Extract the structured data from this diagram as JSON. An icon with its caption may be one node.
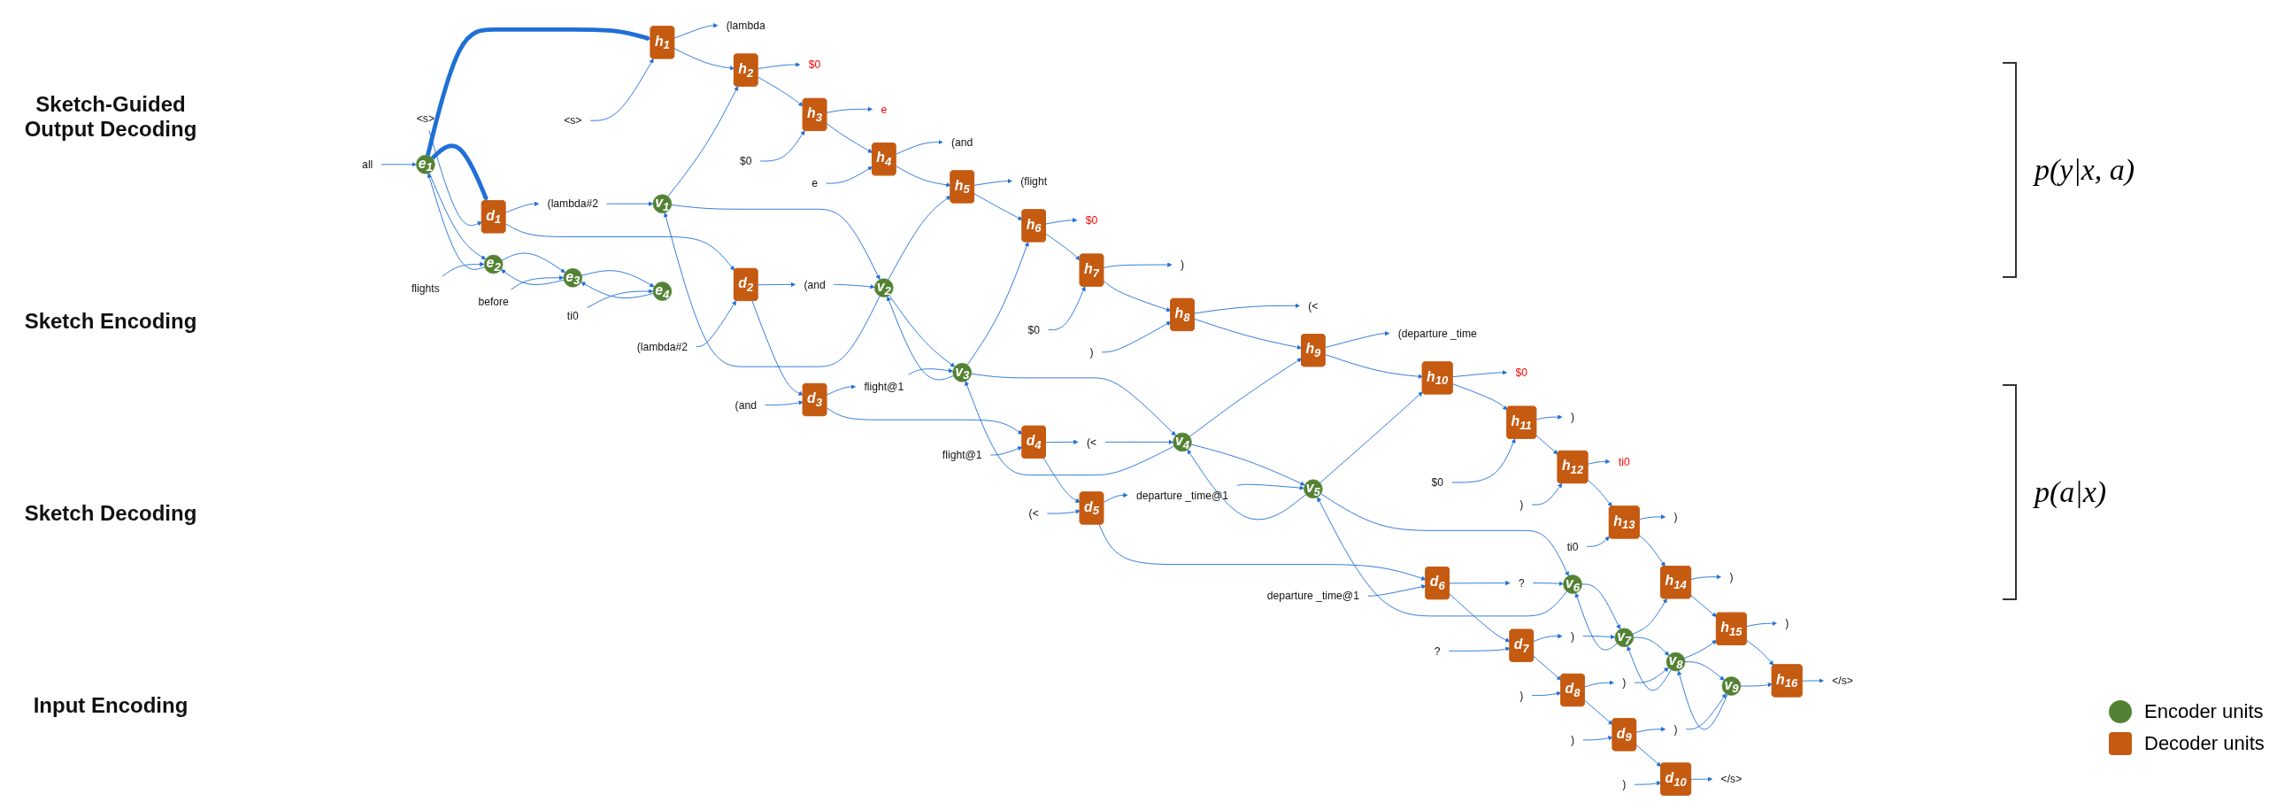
{
  "diagram": {
    "nodes": [
      {
        "text": [
          "(lambda"
        ]
      },
      {
        "text": [
          "$0"
        ]
      },
      {
        "text": [
          "e"
        ]
      },
      {
        "text": [
          "(and"
        ]
      },
      {
        "text": [
          "(flight"
        ]
      },
      {
        "text": [
          "$0"
        ]
      },
      {
        "text": [
          ")"
        ]
      },
      {
        "text": [
          "(<"
        ]
      },
      {
        "text": [
          "(departure _time"
        ]
      },
      {
        "text": [
          "$0"
        ]
      },
      {
        "text": [
          ")"
        ]
      },
      {
        "text": [
          "ti0"
        ]
      },
      {
        "text": [
          ")"
        ]
      },
      {
        "text": [
          ")"
        ]
      },
      {
        "text": [
          ")"
        ]
      },
      {
        "text": [
          "</s>"
        ]
      },
      {
        "text": [
          "h$_{1}$"
        ]
      },
      {
        "text": [
          "h$_{2}$"
        ]
      },
      {
        "text": [
          "h$_{3}$"
        ]
      },
      {
        "text": [
          "h$_{4}$"
        ]
      },
      {
        "text": [
          "h$_{5}$"
        ]
      },
      {
        "text": [
          "h$_{6}$"
        ]
      },
      {
        "text": [
          "h$_{7}$"
        ]
      },
      {
        "text": [
          "h$_{8}$"
        ]
      },
      {
        "text": [
          "h$_{9}$"
        ]
      },
      {
        "text": [
          "h$_{10}$"
        ]
      },
      {
        "text": [
          "h$_{11}$"
        ]
      },
      {
        "text": [
          "h$_{12}$"
        ]
      },
      {
        "text": [
          "h$_{13}$"
        ]
      },
      {
        "text": [
          "h$_{14}$"
        ]
      },
      {
        "text": [
          "h$_{15}$"
        ]
      },
      {
        "text": [
          "h$_{16}$"
        ]
      },
      {
        "text": [
          "<s>"
        ]
      },
      {
        "text": [
          "$0"
        ]
      },
      {
        "text": [
          "e"
        ]
      },
      {
        "text": [
          "$0"
        ]
      },
      {
        "text": [
          ")"
        ]
      },
      {
        "text": [
          "$0"
        ]
      },
      {
        "text": [
          ")"
        ]
      },
      {
        "text": [
          "ti0"
        ]
      },
      {
        "text": [
          "v$_{1}$"
        ]
      },
      {
        "text": [
          "v$_{2}$"
        ]
      },
      {
        "text": [
          "v$_{3}$"
        ]
      },
      {
        "text": [
          "v$_{4}$"
        ]
      },
      {
        "text": [
          "v$_{5}$"
        ]
      },
      {
        "text": [
          "v$_{6}$"
        ]
      },
      {
        "text": [
          "v$_{7}$"
        ]
      },
      {
        "text": [
          "v$_{8}$"
        ]
      },
      {
        "text": [
          "v$_{9}$"
        ]
      },
      {
        "text": [
          "(lambda#2"
        ]
      },
      {
        "text": [
          "(and"
        ]
      },
      {
        "text": [
          "flight@1"
        ]
      },
      {
        "text": [
          "(<"
        ]
      },
      {
        "text": [
          "departure _time@1"
        ]
      },
      {
        "text": [
          "?"
        ]
      },
      {
        "text": [
          ")"
        ]
      },
      {
        "text": [
          ")"
        ]
      },
      {
        "text": [
          ")"
        ]
      },
      {
        "text": [
          "</s>"
        ]
      },
      {
        "text": [
          "d$_{1}$"
        ]
      },
      {
        "text": [
          "d$_{2}$"
        ]
      },
      {
        "text": [
          "d$_{3}$"
        ]
      },
      {
        "text": [
          "d$_{4}$"
        ]
      },
      {
        "text": [
          "d$_{5}$"
        ]
      },
      {
        "text": [
          "d$_{6}$"
        ]
      },
      {
        "text": [
          "d$_{7}$"
        ]
      },
      {
        "text": [
          "d$_{8}$"
        ]
      },
      {
        "text": [
          "d$_{9}$"
        ]
      },
      {
        "text": [
          "d$_{10}$"
        ]
      },
      {
        "text": [
          "<s>"
        ]
      },
      {
        "text": [
          "(lambda#2"
        ]
      },
      {
        "text": [
          "(and"
        ]
      },
      {
        "text": [
          "flight@1"
        ]
      },
      {
        "text": [
          "(<"
        ]
      },
      {
        "text": [
          "departure _time@1"
        ]
      },
      {
        "text": [
          "?"
        ]
      },
      {
        "text": [
          ")"
        ]
      },
      {
        "text": [
          ")"
        ]
      },
      {
        "text": [
          ")"
        ]
      },
      {
        "text": [
          "e$_{1}$"
        ]
      },
      {
        "text": [
          "e$_{2}$"
        ]
      },
      {
        "text": [
          "e$_{3}$"
        ]
      },
      {
        "text": [
          "e$_{4}$"
        ]
      },
      {
        "text": [
          "all"
        ]
      },
      {
        "text": [
          "flights"
        ]
      },
      {
        "text": [
          "before"
        ]
      },
      {
        "text": [
          "ti0"
        ]
      }
    ],
    "edges": [
      {
        "from": 79,
        "to": 16,
        "arrow": "to",
        "style": "thick"
      },
      {
        "from": 79,
        "to": 59,
        "arrow": "to",
        "style": "thick"
      },
      {
        "from": 16,
        "to": 17,
        "arrow": "to"
      },
      {
        "from": 17,
        "to": 18,
        "arrow": "to"
      },
      {
        "from": 18,
        "to": 19,
        "arrow": "to"
      },
      {
        "from": 19,
        "to": 20,
        "arrow": "to"
      },
      {
        "from": 20,
        "to": 21,
        "arrow": "to"
      },
      {
        "from": 21,
        "to": 22,
        "arrow": "to"
      },
      {
        "from": 22,
        "to": 23,
        "arrow": "to"
      },
      {
        "from": 23,
        "to": 24,
        "arrow": "to"
      },
      {
        "from": 24,
        "to": 25,
        "arrow": "to"
      },
      {
        "from": 25,
        "to": 26,
        "arrow": "to"
      },
      {
        "from": 26,
        "to": 27,
        "arrow": "to"
      },
      {
        "from": 27,
        "to": 28,
        "arrow": "to"
      },
      {
        "from": 28,
        "to": 29,
        "arrow": "to"
      },
      {
        "from": 29,
        "to": 30,
        "arrow": "to"
      },
      {
        "from": 30,
        "to": 31,
        "arrow": "to"
      },
      {
        "from": 16,
        "to": 0,
        "arrow": "to"
      },
      {
        "from": 17,
        "to": 1,
        "arrow": "to"
      },
      {
        "from": 18,
        "to": 2,
        "arrow": "to"
      },
      {
        "from": 19,
        "to": 3,
        "arrow": "to"
      },
      {
        "from": 20,
        "to": 4,
        "arrow": "to"
      },
      {
        "from": 21,
        "to": 5,
        "arrow": "to"
      },
      {
        "from": 22,
        "to": 6,
        "arrow": "to"
      },
      {
        "from": 23,
        "to": 7,
        "arrow": "to"
      },
      {
        "from": 24,
        "to": 8,
        "arrow": "to"
      },
      {
        "from": 25,
        "to": 9,
        "arrow": "to"
      },
      {
        "from": 26,
        "to": 10,
        "arrow": "to"
      },
      {
        "from": 27,
        "to": 11,
        "arrow": "to"
      },
      {
        "from": 28,
        "to": 12,
        "arrow": "to"
      },
      {
        "from": 29,
        "to": 13,
        "arrow": "to"
      },
      {
        "from": 30,
        "to": 14,
        "arrow": "to"
      },
      {
        "from": 31,
        "to": 15,
        "arrow": "to"
      },
      {
        "from": 32,
        "to": 16,
        "arrow": "to"
      },
      {
        "from": 33,
        "to": 18,
        "arrow": "to"
      },
      {
        "from": 34,
        "to": 19,
        "arrow": "to"
      },
      {
        "from": 35,
        "to": 22,
        "arrow": "to"
      },
      {
        "from": 36,
        "to": 23,
        "arrow": "to"
      },
      {
        "from": 37,
        "to": 26,
        "arrow": "to"
      },
      {
        "from": 38,
        "to": 27,
        "arrow": "to"
      },
      {
        "from": 39,
        "to": 28,
        "arrow": "to"
      },
      {
        "from": 40,
        "to": 17,
        "arrow": "to"
      },
      {
        "from": 41,
        "to": 20,
        "arrow": "to"
      },
      {
        "from": 42,
        "to": 21,
        "arrow": "to"
      },
      {
        "from": 43,
        "to": 24,
        "arrow": "to"
      },
      {
        "from": 44,
        "to": 25,
        "arrow": "to"
      },
      {
        "from": 46,
        "to": 29,
        "arrow": "to"
      },
      {
        "from": 47,
        "to": 30,
        "arrow": "to"
      },
      {
        "from": 48,
        "to": 31,
        "arrow": "to"
      },
      {
        "from": 40,
        "to": 41,
        "arrow": "to"
      },
      {
        "from": 41,
        "to": 40,
        "arrow": "to"
      },
      {
        "from": 41,
        "to": 42,
        "arrow": "to"
      },
      {
        "from": 42,
        "to": 41,
        "arrow": "to"
      },
      {
        "from": 42,
        "to": 43,
        "arrow": "to"
      },
      {
        "from": 43,
        "to": 42,
        "arrow": "to"
      },
      {
        "from": 43,
        "to": 44,
        "arrow": "to"
      },
      {
        "from": 44,
        "to": 43,
        "arrow": "to"
      },
      {
        "from": 44,
        "to": 45,
        "arrow": "to"
      },
      {
        "from": 45,
        "to": 44,
        "arrow": "to"
      },
      {
        "from": 45,
        "to": 46,
        "arrow": "to"
      },
      {
        "from": 46,
        "to": 45,
        "arrow": "to"
      },
      {
        "from": 46,
        "to": 47,
        "arrow": "to"
      },
      {
        "from": 47,
        "to": 46,
        "arrow": "to"
      },
      {
        "from": 47,
        "to": 48,
        "arrow": "to"
      },
      {
        "from": 48,
        "to": 47,
        "arrow": "to"
      },
      {
        "from": 49,
        "to": 40,
        "arrow": "to"
      },
      {
        "from": 50,
        "to": 41,
        "arrow": "to"
      },
      {
        "from": 51,
        "to": 42,
        "arrow": "to"
      },
      {
        "from": 52,
        "to": 43,
        "arrow": "to"
      },
      {
        "from": 53,
        "to": 44,
        "arrow": "to"
      },
      {
        "from": 54,
        "to": 45,
        "arrow": "to"
      },
      {
        "from": 55,
        "to": 46,
        "arrow": "to"
      },
      {
        "from": 56,
        "to": 47,
        "arrow": "to"
      },
      {
        "from": 57,
        "to": 48,
        "arrow": "to"
      },
      {
        "from": 59,
        "to": 60,
        "arrow": "to"
      },
      {
        "from": 60,
        "to": 61,
        "arrow": "to"
      },
      {
        "from": 61,
        "to": 62,
        "arrow": "to"
      },
      {
        "from": 62,
        "to": 63,
        "arrow": "to"
      },
      {
        "from": 63,
        "to": 64,
        "arrow": "to"
      },
      {
        "from": 64,
        "to": 65,
        "arrow": "to"
      },
      {
        "from": 65,
        "to": 66,
        "arrow": "to"
      },
      {
        "from": 66,
        "to": 67,
        "arrow": "to"
      },
      {
        "from": 67,
        "to": 68,
        "arrow": "to"
      },
      {
        "from": 59,
        "to": 49,
        "arrow": "to"
      },
      {
        "from": 60,
        "to": 50,
        "arrow": "to"
      },
      {
        "from": 61,
        "to": 51,
        "arrow": "to"
      },
      {
        "from": 62,
        "to": 52,
        "arrow": "to"
      },
      {
        "from": 63,
        "to": 53,
        "arrow": "to"
      },
      {
        "from": 64,
        "to": 54,
        "arrow": "to"
      },
      {
        "from": 65,
        "to": 55,
        "arrow": "to"
      },
      {
        "from": 66,
        "to": 56,
        "arrow": "to"
      },
      {
        "from": 67,
        "to": 57,
        "arrow": "to"
      },
      {
        "from": 68,
        "to": 58,
        "arrow": "to"
      },
      {
        "from": 69,
        "to": 59,
        "arrow": "to"
      },
      {
        "from": 70,
        "to": 60,
        "arrow": "to"
      },
      {
        "from": 71,
        "to": 61,
        "arrow": "to"
      },
      {
        "from": 72,
        "to": 62,
        "arrow": "to"
      },
      {
        "from": 73,
        "to": 63,
        "arrow": "to"
      },
      {
        "from": 74,
        "to": 64,
        "arrow": "to"
      },
      {
        "from": 75,
        "to": 65,
        "arrow": "to"
      },
      {
        "from": 76,
        "to": 66,
        "arrow": "to"
      },
      {
        "from": 77,
        "to": 67,
        "arrow": "to"
      },
      {
        "from": 78,
        "to": 68,
        "arrow": "to"
      },
      {
        "from": 79,
        "to": 80,
        "arrow": "to"
      },
      {
        "from": 80,
        "to": 79,
        "arrow": "to"
      },
      {
        "from": 80,
        "to": 81,
        "arrow": "to"
      },
      {
        "from": 81,
        "to": 80,
        "arrow": "to"
      },
      {
        "from": 81,
        "to": 82,
        "arrow": "to"
      },
      {
        "from": 82,
        "to": 81,
        "arrow": "to"
      },
      {
        "from": 83,
        "to": 79,
        "arrow": "to"
      },
      {
        "from": 84,
        "to": 80,
        "arrow": "to"
      },
      {
        "from": 85,
        "to": 81,
        "arrow": "to"
      },
      {
        "from": 86,
        "to": 82,
        "arrow": "to"
      }
    ],
    "labels": [
      "Sketch-Guided Output Decoding",
      "p(y|x, a)",
      "Sketch Encoding",
      "Sketch Decoding",
      "p(a|x)",
      "Input Encoding"
    ],
    "legend": [
      {
        "text": "Encoder units",
        "color": "#548235"
      },
      {
        "text": "Decoder units",
        "color": "#c55a11"
      }
    ]
  }
}
